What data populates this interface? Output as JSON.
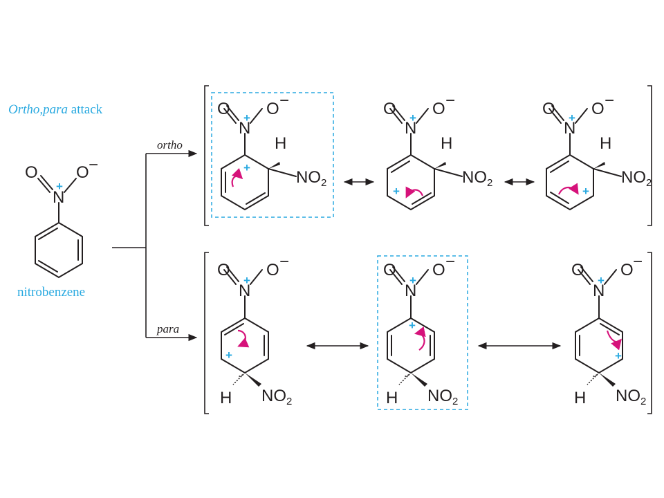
{
  "title": {
    "prefix": "Ortho,para",
    "suffix": " attack"
  },
  "starting_material": {
    "name": "nitrobenzene"
  },
  "branches": {
    "ortho": "ortho",
    "para": "para"
  },
  "atoms": {
    "oxygen": "O",
    "nitrogen": "N",
    "hydrogen": "H",
    "nitro_main": "NO",
    "nitro_sub": "2",
    "plus": "+",
    "minus": "−"
  },
  "colors": {
    "positive_charge": "#28a9e0",
    "electron_arrow": "#d6127a",
    "highlight_box": "#28a9e0",
    "ink": "#231f20"
  },
  "rows": [
    {
      "name": "ortho",
      "structures": 3,
      "highlighted": [
        1
      ]
    },
    {
      "name": "para",
      "structures": 3,
      "highlighted": [
        2
      ]
    }
  ]
}
